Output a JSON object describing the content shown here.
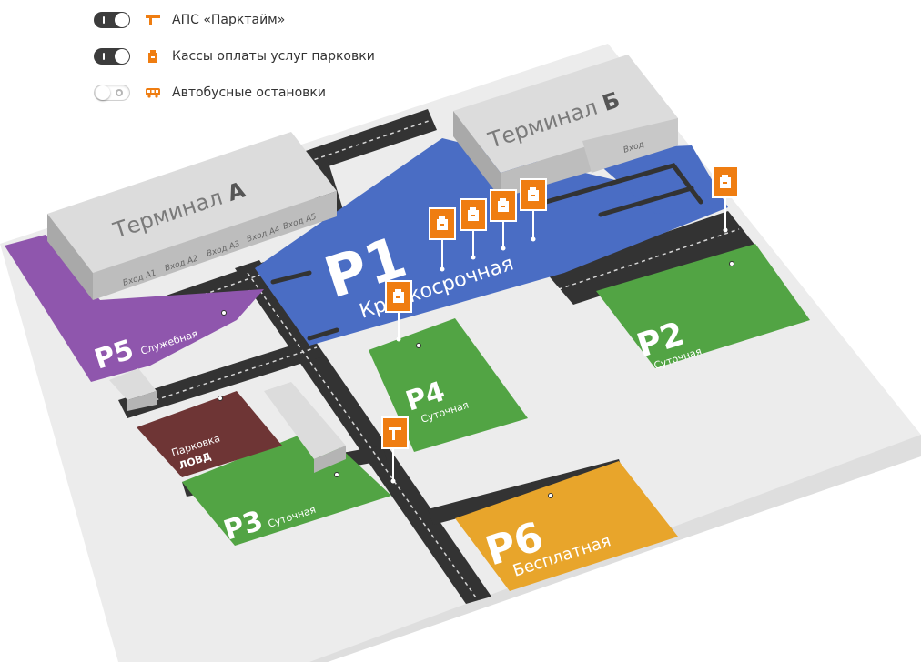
{
  "legend": {
    "items": [
      {
        "label": "АПС «Парктайм»",
        "enabled": true,
        "icon": "payment-terminal-icon"
      },
      {
        "label": "Кассы оплаты услуг парковки",
        "enabled": true,
        "icon": "cash-desk-icon"
      },
      {
        "label": "Автобусные остановки",
        "enabled": false,
        "icon": "bus-icon"
      }
    ]
  },
  "terminals": {
    "a": {
      "label": "Терминал",
      "letter": "А",
      "entrances": [
        "Вход А1",
        "Вход А2",
        "Вход А3",
        "Вход А4",
        "Вход А5"
      ]
    },
    "b": {
      "label": "Терминал",
      "letter": "Б",
      "entrance": "Вход"
    }
  },
  "parkings": {
    "p1": {
      "code": "P1",
      "name": "Краткосрочная"
    },
    "p2": {
      "code": "P2",
      "name": "Суточная"
    },
    "p3": {
      "code": "P3",
      "name": "Суточная"
    },
    "p4": {
      "code": "P4",
      "name": "Суточная"
    },
    "p5": {
      "code": "P5",
      "name": "Служебная"
    },
    "p6": {
      "code": "P6",
      "name": "Бесплатная"
    },
    "lovd": {
      "line1": "Парковка",
      "line2": "ЛОВД"
    }
  },
  "colors": {
    "p1": "#4a6dc4",
    "green": "#52a444",
    "p5": "#8f56ad",
    "p6": "#e8a52b",
    "lovd": "#6e3535",
    "marker": "#ef7d11",
    "road": "#333333",
    "building": "#d4d4d4",
    "ground": "#ececec"
  }
}
